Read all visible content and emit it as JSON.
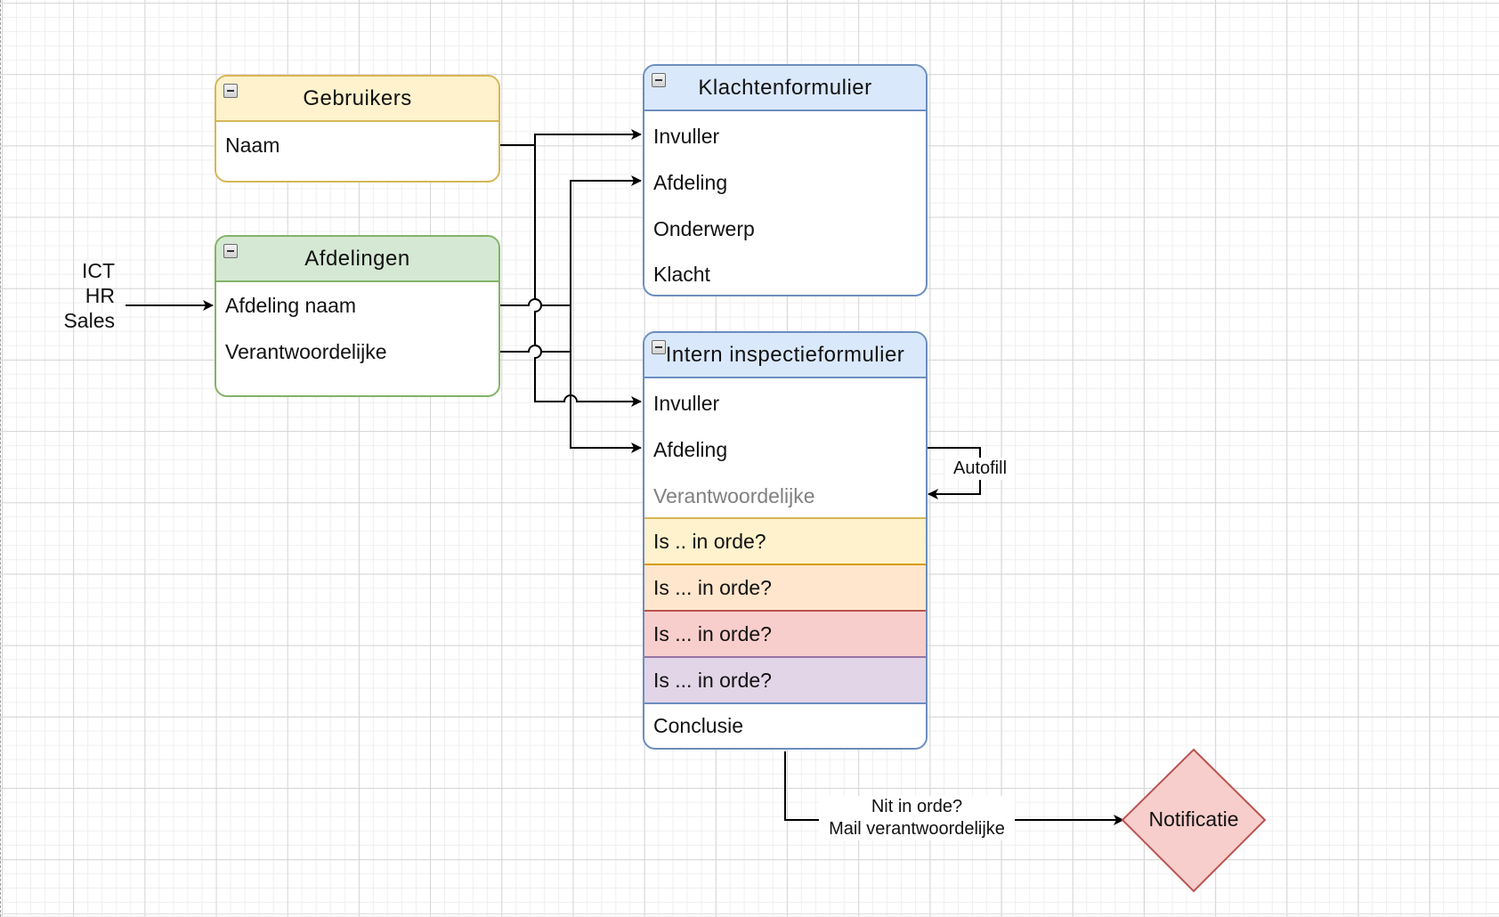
{
  "source_values": [
    "ICT",
    "HR",
    "Sales"
  ],
  "tables": {
    "gebruikers": {
      "title": "Gebruikers",
      "fields": [
        "Naam"
      ],
      "color": "#fff2cc",
      "border": "#d6b656"
    },
    "afdelingen": {
      "title": "Afdelingen",
      "fields": [
        "Afdeling naam",
        "Verantwoordelijke"
      ],
      "color": "#d5e8d4",
      "border": "#82b366"
    },
    "klachtenformulier": {
      "title": "Klachtenformulier",
      "fields": [
        "Invuller",
        "Afdeling",
        "Onderwerp",
        "Klacht"
      ],
      "color": "#dae8fc",
      "border": "#6c8ebf"
    },
    "intern": {
      "title": "Intern inspectieformulier",
      "fields": [
        "Invuller",
        "Afdeling",
        "Verantwoordelijke"
      ],
      "checks": [
        {
          "label": "Is .. in orde?",
          "color": "#fff2cc",
          "border": "#d6b656"
        },
        {
          "label": "Is ... in orde?",
          "color": "#ffe6cc",
          "border": "#d79b00"
        },
        {
          "label": "Is ... in orde?",
          "color": "#f8cecc",
          "border": "#b85450"
        },
        {
          "label": "Is ... in orde?",
          "color": "#e1d5e7",
          "border": "#9673a6"
        }
      ],
      "conclusion": "Conclusie",
      "color": "#dae8fc",
      "border": "#6c8ebf"
    }
  },
  "edge_labels": {
    "autofill": "Autofill",
    "decision_line1": "Nit in orde?",
    "decision_line2": "Mail verantwoordelijke"
  },
  "notification": {
    "label": "Notificatie",
    "color": "#f8cecc",
    "border": "#b85450"
  }
}
